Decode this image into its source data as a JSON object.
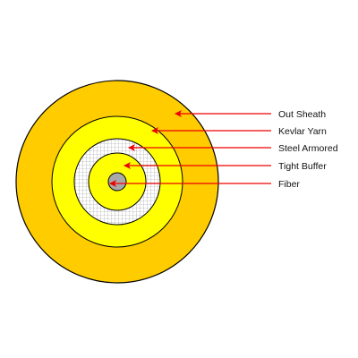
{
  "diagram": {
    "colors": {
      "outer_sheath": "#FFCC00",
      "kevlar_yarn": "#FFFF00",
      "steel_armored": "#FFFFFF",
      "mesh": "#9A9A9A",
      "tight_buffer": "#FFFF00",
      "fiber": "#A9A9A9",
      "outline": "#000000",
      "arrow": "#EE0000"
    },
    "labels": {
      "out_sheath": "Out Sheath",
      "kevlar_yarn": "Kevlar Yarn",
      "steel_armored": "Steel Armored",
      "tight_buffer": "Tight Buffer",
      "fiber": "Fiber"
    }
  }
}
